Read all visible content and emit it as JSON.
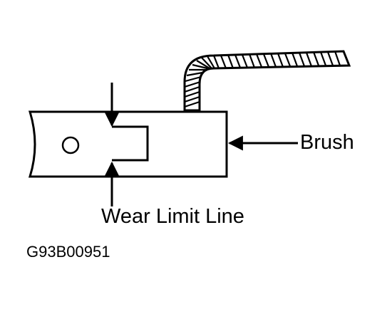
{
  "labels": {
    "brush": "Brush",
    "wear_limit_line": "Wear Limit Line",
    "figure_code": "G93B00951"
  },
  "colors": {
    "ink": "#000000",
    "background": "#ffffff"
  }
}
